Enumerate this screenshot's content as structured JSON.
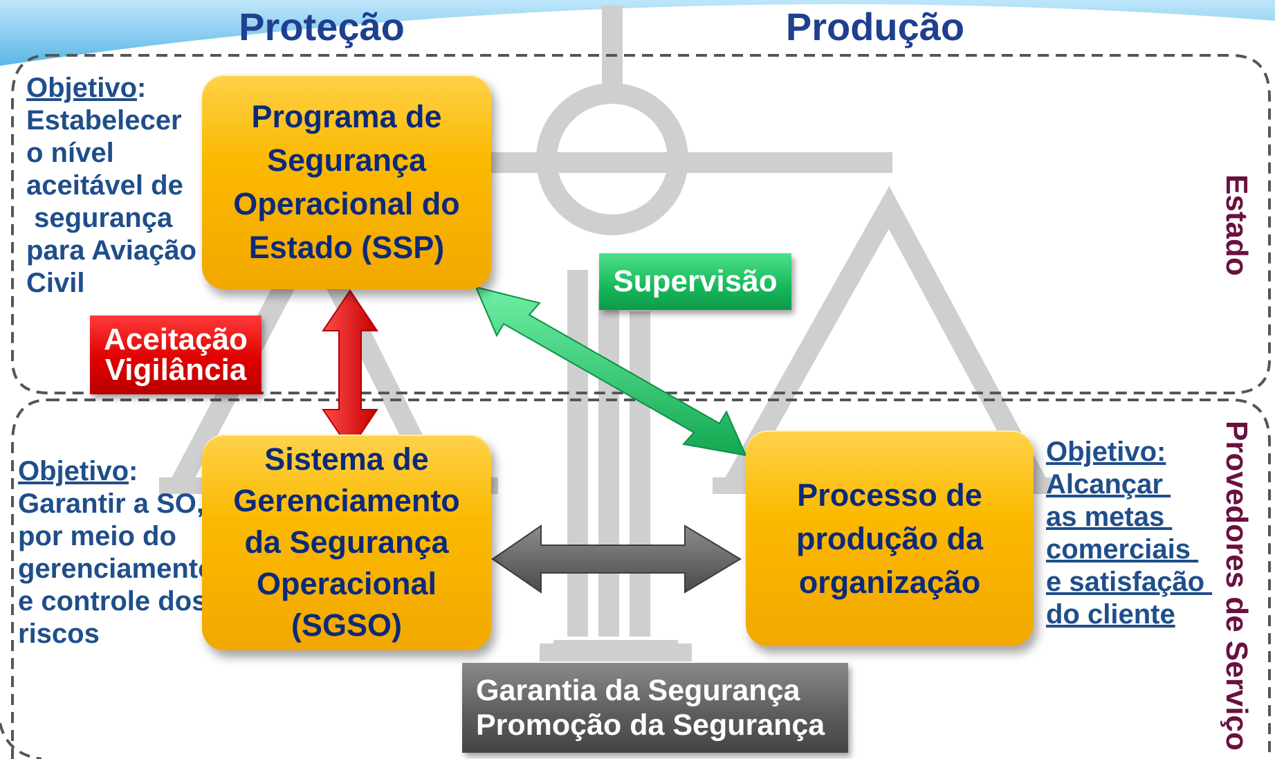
{
  "headings": {
    "left": "Proteção",
    "right": "Produção"
  },
  "zones": {
    "top": "Estado",
    "bottom": "Provedores de Serviço"
  },
  "objectives": {
    "top_left": {
      "label": "Objetivo",
      "colon": ":",
      "lines": [
        "Estabelecer",
        "o nível",
        "aceitável de",
        " segurança",
        "para Aviação",
        "Civil"
      ]
    },
    "bottom_left": {
      "label": "Objetivo",
      "colon": ":",
      "lines": [
        "Garantir a SO,",
        "por meio do",
        "gerenciamento",
        "e controle dos",
        "riscos"
      ]
    },
    "right": {
      "label": "Objetivo:",
      "lines": [
        "Alcançar ",
        "as metas ",
        "comerciais ",
        "e satisfação ",
        "do cliente"
      ]
    }
  },
  "boxes": {
    "ssp": [
      "Programa de",
      "Segurança",
      "Operacional do",
      "Estado (SSP)"
    ],
    "sgso": [
      "Sistema de",
      "Gerenciamento",
      "da Segurança",
      "Operacional",
      "(SGSO)"
    ],
    "production": [
      "Processo de",
      "produção da",
      "organização"
    ]
  },
  "tags": {
    "acceptance": [
      "Aceitação",
      "Vigilância"
    ],
    "supervision": "Supervisão",
    "assurance": [
      "Garantia da Segurança",
      "Promoção da Segurança"
    ]
  },
  "colors": {
    "box": "#fbb900",
    "box_text": "#0c2a7a",
    "heading": "#1f3f8f",
    "objective": "#1f4e8a",
    "zone_label": "#6a1040",
    "red": "#e00000",
    "green": "#16b85a",
    "gray": "#5e5e5e",
    "scale": "#cfcfcf"
  }
}
